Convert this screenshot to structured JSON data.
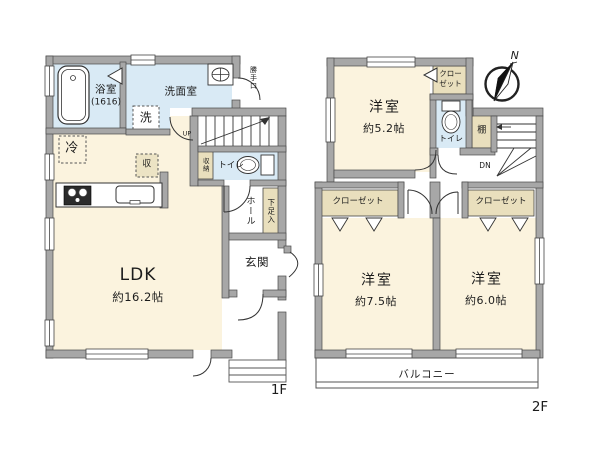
{
  "plan_title": "floor-plan",
  "colors": {
    "wall": "#a7a7a7",
    "wall_edge": "#4a4a4a",
    "room_cream": "#fbf3de",
    "water_blue": "#d9eaf5",
    "closet_tan": "#e9dfbd",
    "line": "#333333"
  },
  "f1": {
    "floor_label": "1F",
    "bath_name": "浴室",
    "bath_size": "(1616)",
    "washroom": "洗面室",
    "washer": "洗",
    "fridge": "冷",
    "storage": "収",
    "ldk_name": "LDK",
    "ldk_size": "約16.2帖",
    "stairs_up": "UP",
    "closet": "収納",
    "toilet": "トイレ",
    "hall": "ホール",
    "shoe_box": "下足入",
    "entrance": "玄関",
    "back_door": "勝手口"
  },
  "f2": {
    "floor_label": "2F",
    "room1_name": "洋室",
    "room1_size": "約5.2帖",
    "closet_top_l1": "クロー",
    "closet_top_l2": "ゼット",
    "toilet": "トイレ",
    "shelf": "棚",
    "stairs_down": "DN",
    "closet_left": "クローゼット",
    "closet_right": "クローゼット",
    "room2_name": "洋室",
    "room2_size": "約7.5帖",
    "room3_name": "洋室",
    "room3_size": "約6.0帖",
    "balcony": "バルコニー",
    "north": "N"
  }
}
